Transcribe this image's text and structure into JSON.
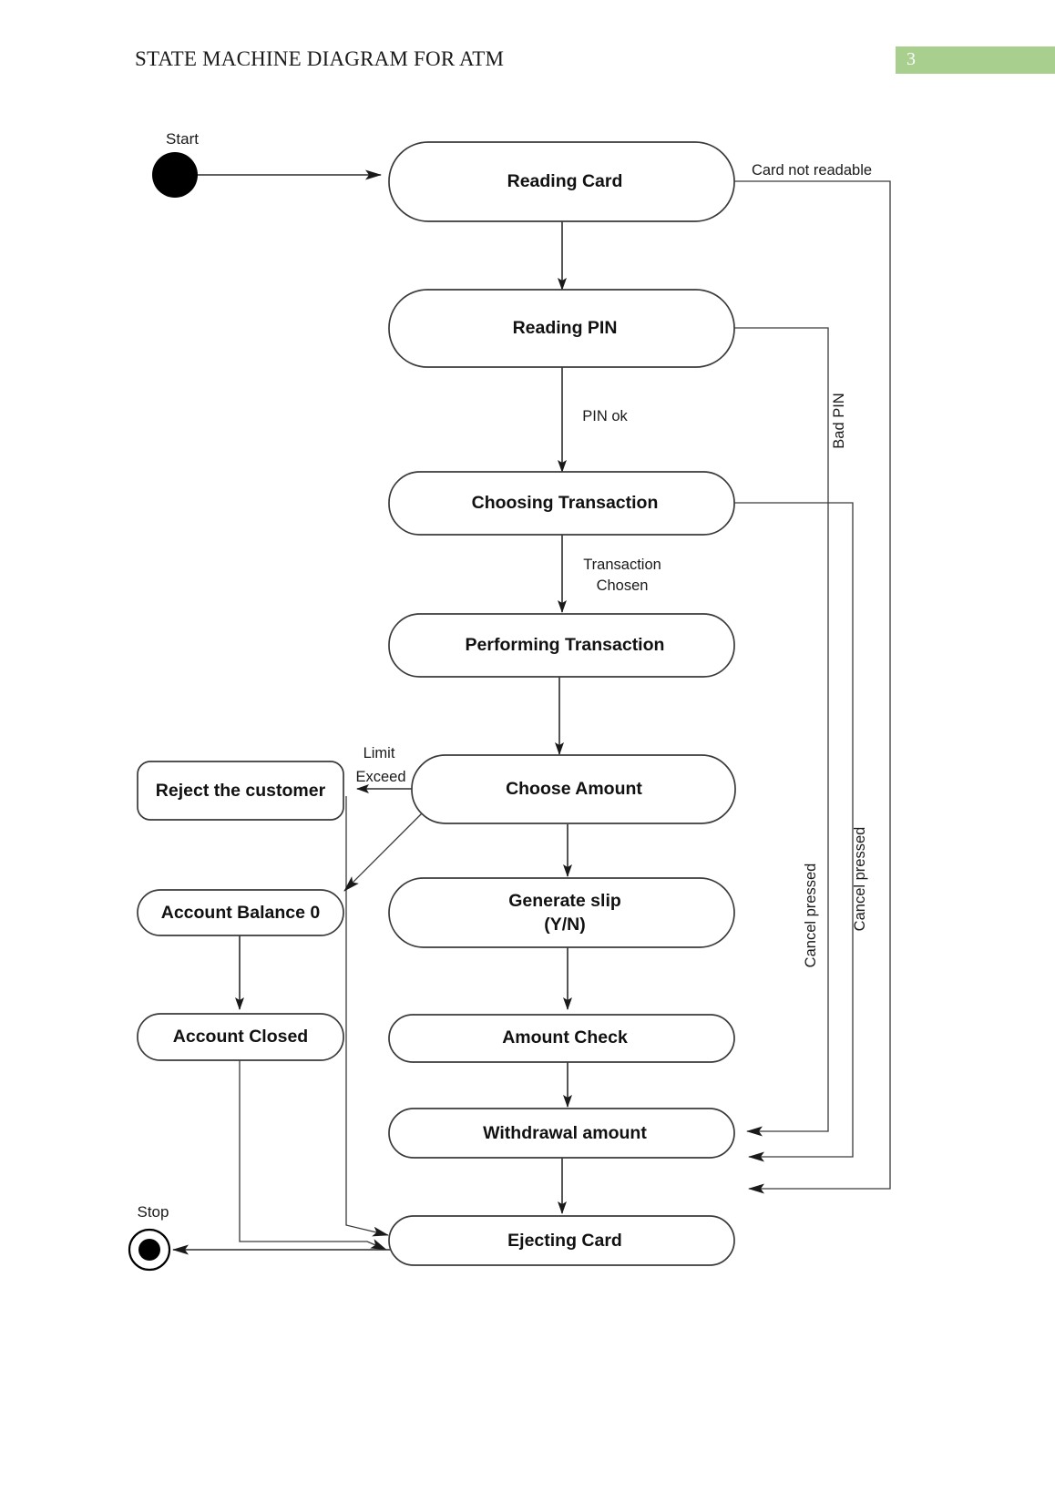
{
  "header": {
    "title": "STATE MACHINE DIAGRAM FOR ATM",
    "page_number": "3",
    "badge_color": "#a8cf8e"
  },
  "diagram": {
    "type": "uml-state-machine",
    "pseudostates": [
      {
        "id": "start",
        "kind": "initial",
        "label": "Start"
      },
      {
        "id": "stop",
        "kind": "final",
        "label": "Stop"
      }
    ],
    "states": [
      {
        "id": "reading_card",
        "label": "Reading Card"
      },
      {
        "id": "reading_pin",
        "label": "Reading PIN"
      },
      {
        "id": "choosing_transaction",
        "label": "Choosing Transaction"
      },
      {
        "id": "performing_transaction",
        "label": "Performing Transaction"
      },
      {
        "id": "choose_amount",
        "label": "Choose Amount"
      },
      {
        "id": "reject_customer",
        "label": "Reject the customer"
      },
      {
        "id": "account_balance_0",
        "label": "Account Balance 0"
      },
      {
        "id": "account_closed",
        "label": "Account Closed"
      },
      {
        "id": "generate_slip",
        "label": "Generate slip",
        "label2": "(Y/N)"
      },
      {
        "id": "amount_check",
        "label": "Amount Check"
      },
      {
        "id": "withdrawal_amount",
        "label": "Withdrawal amount"
      },
      {
        "id": "ejecting_card",
        "label": "Ejecting Card"
      }
    ],
    "transitions": [
      {
        "from": "start",
        "to": "reading_card",
        "label": ""
      },
      {
        "from": "reading_card",
        "to": "reading_pin",
        "label": ""
      },
      {
        "from": "reading_card",
        "to": "ejecting_card",
        "label": "Card not readable"
      },
      {
        "from": "reading_pin",
        "to": "choosing_transaction",
        "label": "PIN ok"
      },
      {
        "from": "reading_pin",
        "to": "withdrawal_amount",
        "label": "Bad PIN"
      },
      {
        "from": "choosing_transaction",
        "to": "performing_transaction",
        "label": "Transaction Chosen",
        "label_line1": "Transaction",
        "label_line2": "Chosen"
      },
      {
        "from": "choosing_transaction",
        "to": "withdrawal_amount",
        "label": "Cancel pressed"
      },
      {
        "from": "performing_transaction",
        "to": "choose_amount",
        "label": ""
      },
      {
        "from": "choose_amount",
        "to": "reject_customer",
        "label": "Limit Exceed",
        "label_line1": "Limit",
        "label_line2": "Exceed"
      },
      {
        "from": "choose_amount",
        "to": "account_balance_0",
        "label": ""
      },
      {
        "from": "choose_amount",
        "to": "generate_slip",
        "label": ""
      },
      {
        "from": "reject_customer",
        "to": "ejecting_card",
        "label": ""
      },
      {
        "from": "account_balance_0",
        "to": "account_closed",
        "label": ""
      },
      {
        "from": "account_closed",
        "to": "ejecting_card",
        "label": ""
      },
      {
        "from": "generate_slip",
        "to": "amount_check",
        "label": ""
      },
      {
        "from": "amount_check",
        "to": "withdrawal_amount",
        "label": ""
      },
      {
        "from": "withdrawal_amount",
        "to": "ejecting_card",
        "label": ""
      },
      {
        "from": "ejecting_card",
        "to": "stop",
        "label": ""
      },
      {
        "from": "choosing_transaction",
        "to": "ejecting_card",
        "label": "Cancel pressed"
      }
    ],
    "edge_labels": {
      "card_not_readable": "Card not readable",
      "pin_ok": "PIN ok",
      "bad_pin": "Bad PIN",
      "transaction_chosen_1": "Transaction",
      "transaction_chosen_2": "Chosen",
      "limit_1": "Limit",
      "limit_2": "Exceed",
      "cancel_pressed_inner": "Cancel pressed",
      "cancel_pressed_outer": "Cancel pressed"
    }
  }
}
